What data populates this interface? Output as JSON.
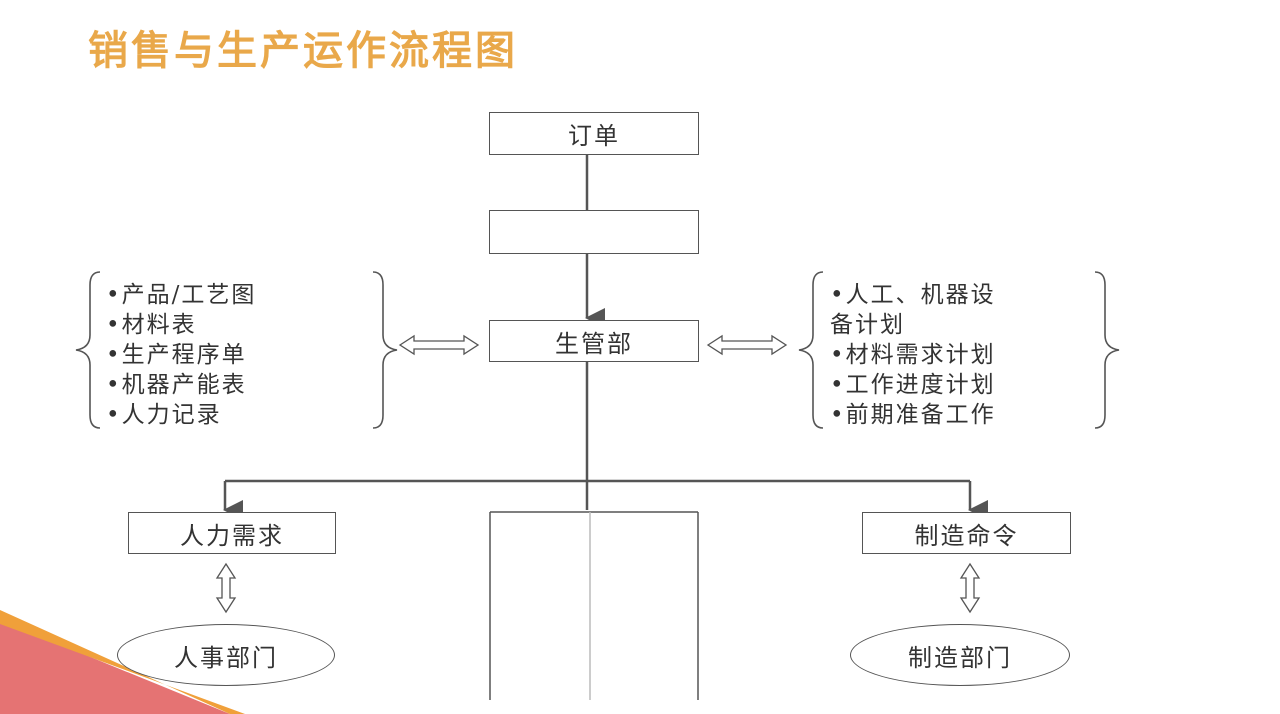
{
  "title": "销售与生产运作流程图",
  "diagram": {
    "order_box": "订单",
    "blank_box": "",
    "production_box": "生管部",
    "left_list": [
      "•产品/工艺图",
      "•材料表",
      "•生产程序单",
      "•机器产能表",
      "•人力记录"
    ],
    "right_list": [
      "•人工、机器设",
      "备计划",
      "•材料需求计划",
      "•工作进度计划",
      "•前期准备工作"
    ],
    "hr_demand_box": "人力需求",
    "manufacture_order_box": "制造命令",
    "hr_dept": "人事部门",
    "manufacture_dept": "制造部门"
  },
  "colors": {
    "title": "#e9a84a",
    "accent_red": "#e57373",
    "accent_orange": "#f0a03a",
    "line": "#555555"
  }
}
